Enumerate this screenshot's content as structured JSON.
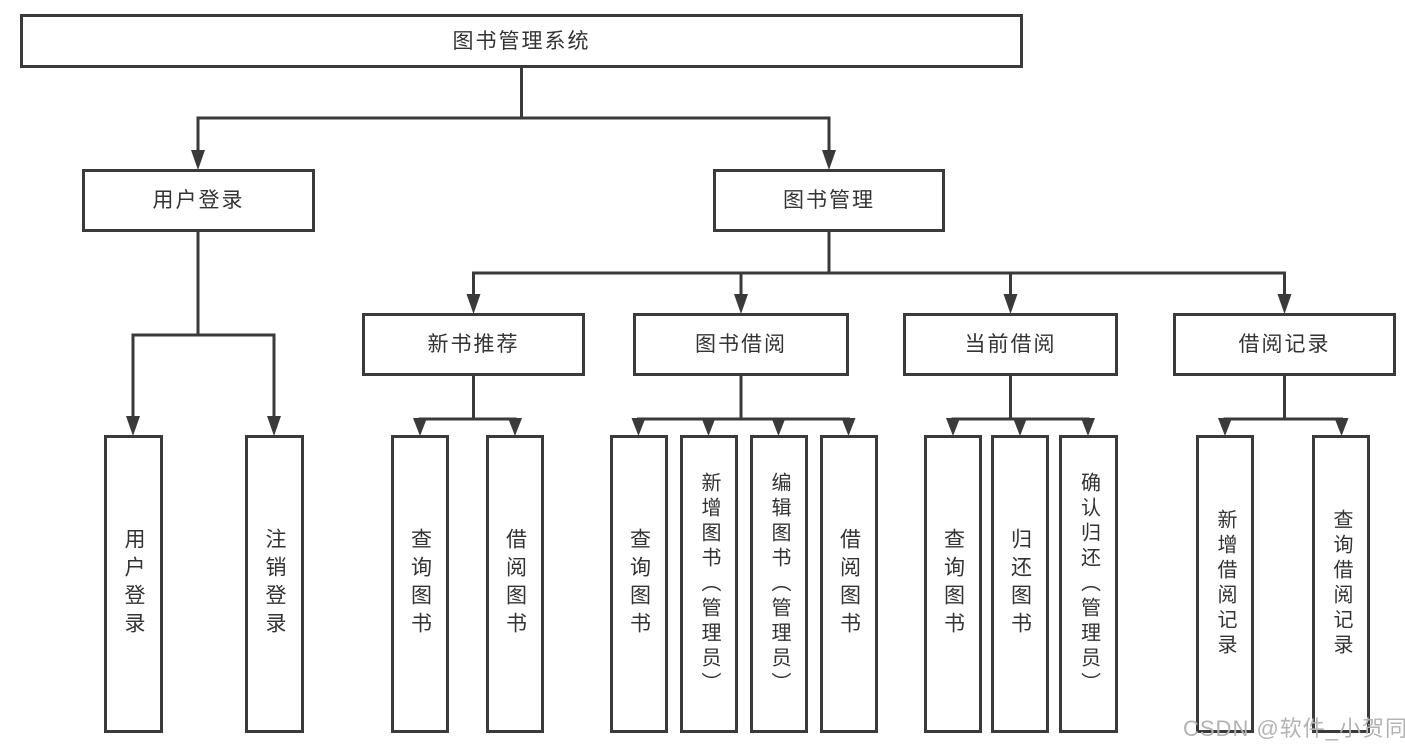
{
  "diagram": {
    "root": {
      "label": "图书管理系统"
    },
    "level2": [
      {
        "label": "用户登录"
      },
      {
        "label": "图书管理"
      }
    ],
    "level3": [
      {
        "label": "新书推荐"
      },
      {
        "label": "图书借阅"
      },
      {
        "label": "当前借阅"
      },
      {
        "label": "借阅记录"
      }
    ],
    "leaves": [
      {
        "label": "用户登录"
      },
      {
        "label": "注销登录"
      },
      {
        "label": "查询图书"
      },
      {
        "label": "借阅图书"
      },
      {
        "label": "查询图书"
      },
      {
        "label": "新增图书（管理员）"
      },
      {
        "label": "编辑图书（管理员）"
      },
      {
        "label": "借阅图书"
      },
      {
        "label": "查询图书"
      },
      {
        "label": "归还图书"
      },
      {
        "label": "确认归还（管理员）"
      },
      {
        "label": "新增借阅记录"
      },
      {
        "label": "查询借阅记录"
      }
    ],
    "watermark": "CSDN @软件_小贺同学",
    "colors": {
      "line": "#3a3a3a",
      "text": "#333333",
      "watermark": "#b3b3b3",
      "background": "#ffffff"
    }
  }
}
